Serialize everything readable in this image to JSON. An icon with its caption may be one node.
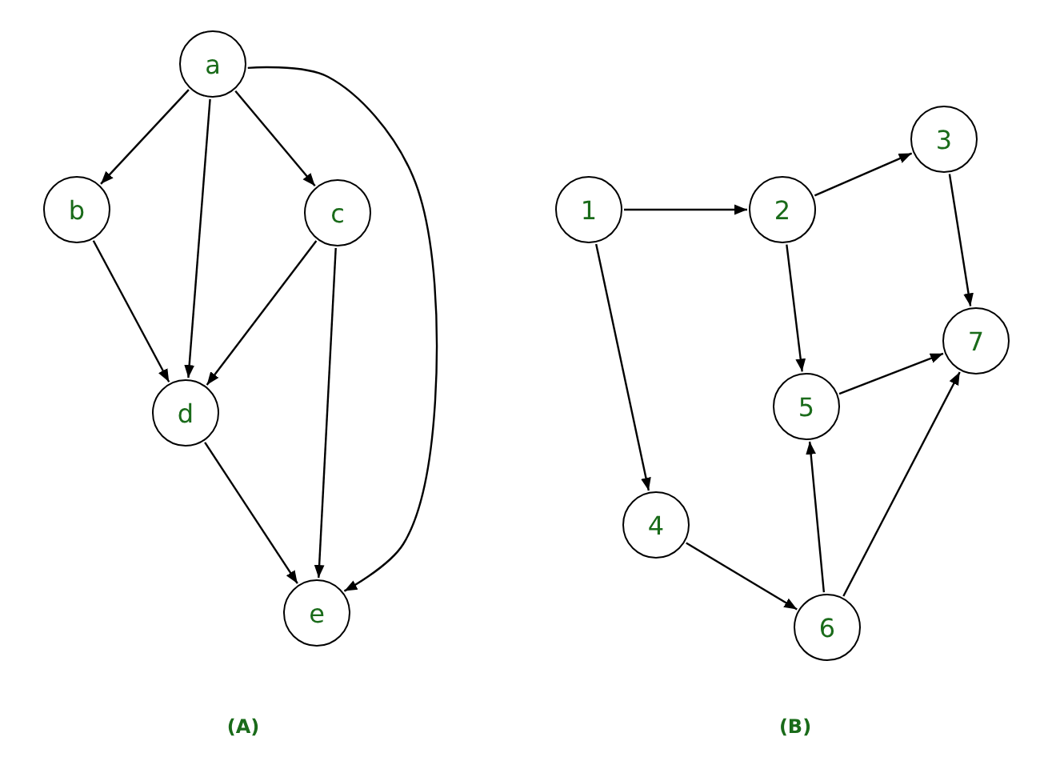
{
  "diagram": {
    "nodes": [
      {
        "text": [
          "a"
        ]
      },
      {
        "text": [
          "b"
        ]
      },
      {
        "text": [
          "c"
        ]
      },
      {
        "text": [
          "d"
        ]
      },
      {
        "text": [
          "e"
        ]
      },
      {
        "text": [
          "1"
        ]
      },
      {
        "text": [
          "2"
        ]
      },
      {
        "text": [
          "3"
        ]
      },
      {
        "text": [
          "7"
        ]
      },
      {
        "text": [
          "5"
        ]
      },
      {
        "text": [
          "4"
        ]
      },
      {
        "text": [
          "6"
        ]
      }
    ],
    "edges": [
      {
        "from": 0,
        "to": 1,
        "arrow": "to"
      },
      {
        "from": 0,
        "to": 3,
        "arrow": "to"
      },
      {
        "from": 0,
        "to": 2,
        "arrow": "to"
      },
      {
        "from": 0,
        "to": 4,
        "arrow": "to"
      },
      {
        "from": 1,
        "to": 3,
        "arrow": "to"
      },
      {
        "from": 2,
        "to": 3,
        "arrow": "to"
      },
      {
        "from": 2,
        "to": 4,
        "arrow": "to"
      },
      {
        "from": 3,
        "to": 4,
        "arrow": "to"
      },
      {
        "from": 5,
        "to": 6,
        "arrow": "to"
      },
      {
        "from": 6,
        "to": 7,
        "arrow": "to"
      },
      {
        "from": 6,
        "to": 9,
        "arrow": "to"
      },
      {
        "from": 7,
        "to": 8,
        "arrow": "to"
      },
      {
        "from": 9,
        "to": 8,
        "arrow": "to"
      },
      {
        "from": 5,
        "to": 10,
        "arrow": "to"
      },
      {
        "from": 10,
        "to": 11,
        "arrow": "to"
      },
      {
        "from": 11,
        "to": 9,
        "arrow": "to"
      },
      {
        "from": 11,
        "to": 8,
        "arrow": "to"
      }
    ],
    "labels": [
      "(A)",
      "(B)"
    ]
  }
}
